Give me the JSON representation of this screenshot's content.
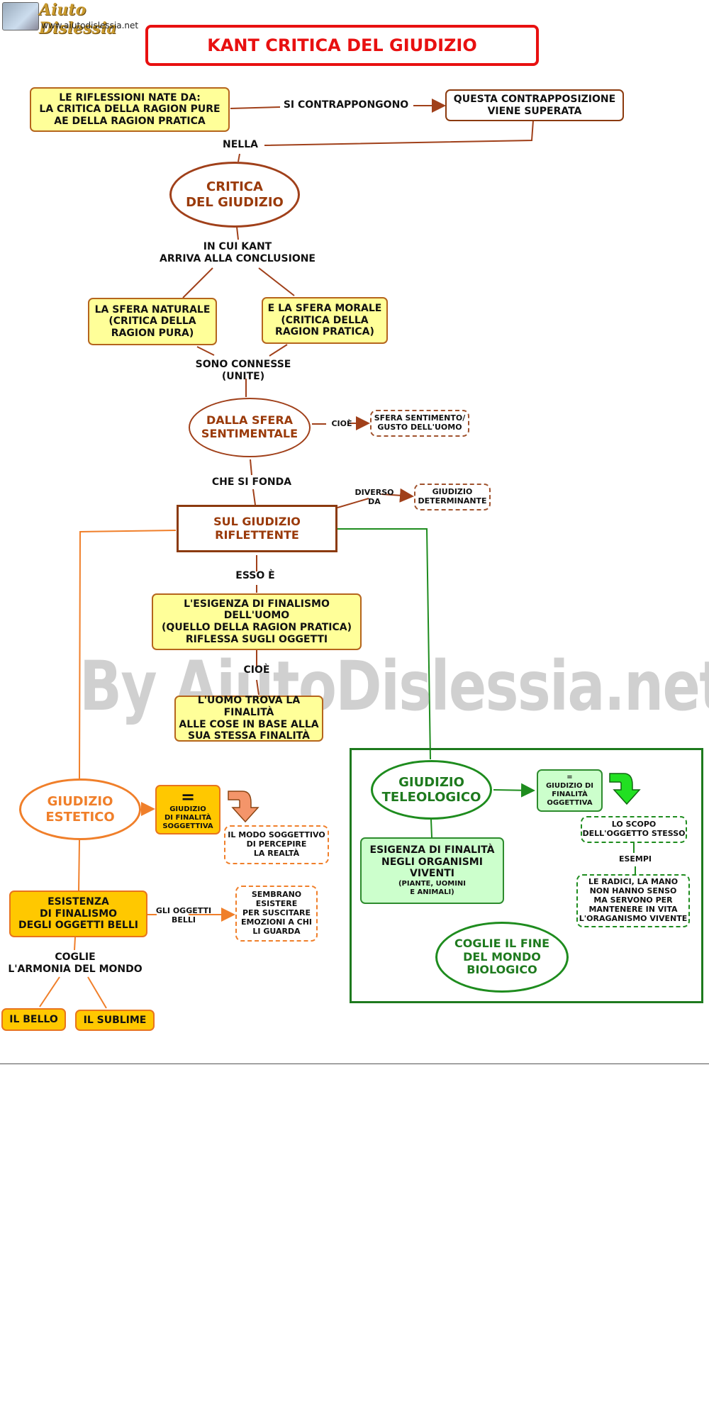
{
  "logo": {
    "brand": "Aiuto Dislessia",
    "url": "www.aiutodislessia.net"
  },
  "title": "KANT CRITICA DEL GIUDIZIO",
  "watermark": "By AiutoDislessia.net",
  "nodes": {
    "riflessioni": "LE RIFLESSIONI NATE DA:\nLA CRITICA DELLA RAGION PURE\nAE DELLA RAGION PRATICA",
    "si_contrappongono": "SI CONTRAPPONGONO",
    "contrapposizione": "QUESTA CONTRAPPOSIZIONE\nVIENE SUPERATA",
    "nella": "NELLA",
    "critica_giudizio": "CRITICA\nDEL GIUDIZIO",
    "in_cui_kant": "IN CUI KANT\nARRIVA ALLA CONCLUSIONE",
    "sfera_naturale": "LA SFERA NATURALE\n(CRITICA DELLA\nRAGION PURA)",
    "sfera_morale": "E LA SFERA MORALE\n(CRITICA DELLA\nRAGION PRATICA)",
    "sono_connesse": "SONO CONNESSE\n(UNITE)",
    "sfera_sentimentale": "DALLA SFERA\nSENTIMENTALE",
    "cioe_1": "CIOÈ",
    "sfera_sentimento": "SFERA SENTIMENTO/\nGUSTO DELL'UOMO",
    "che_si_fonda": "CHE SI FONDA",
    "giudizio_riflettente": "SUL GIUDIZIO\nRIFLETTENTE",
    "diverso_da": "DIVERSO\nDA",
    "giudizio_determinante": "GIUDIZIO\nDETERMINANTE",
    "esso_e": "ESSO È",
    "esigenza_finalismo": "L'ESIGENZA DI FINALISMO\nDELL'UOMO\n(QUELLO DELLA RAGION PRATICA)\nRIFLESSA SUGLI OGGETTI",
    "cioe_2": "CIOÈ",
    "uomo_trova": "L'UOMO TROVA LA FINALITÀ\nALLE COSE IN BASE ALLA\nSUA STESSA FINALITÀ",
    "giudizio_estetico": "GIUDIZIO\nESTETICO",
    "equals_1": "=",
    "finalita_soggettiva": "GIUDIZIO\nDI FINALITÀ\nSOGGETTIVA",
    "modo_soggettivo": "IL MODO SOGGETTIVO\nDI PERCEPIRE\nLA REALTÀ",
    "esistenza_finalismo": "ESISTENZA\nDI FINALISMO\nDEGLI OGGETTI BELLI",
    "gli_oggetti_belli": "GLI OGGETTI\nBELLI",
    "sembrano_esistere": "SEMBRANO\nESISTERE\nPER SUSCITARE\nEMOZIONI A CHI\nLI GUARDA",
    "coglie_armonia": "COGLIE\nL'ARMONIA DEL MONDO",
    "il_bello": "IL BELLO",
    "il_sublime": "IL SUBLIME",
    "giudizio_teleologico": "GIUDIZIO\nTELEOLOGICO",
    "finalita_oggettiva": "=\nGIUDIZIO DI\nFINALITÀ\nOGGETTIVA",
    "scopo_oggetto": "LO SCOPO\nDELL'OGGETTO STESSO",
    "esempi": "ESEMPI",
    "radici_mano": "LE RADICI, LA MANO\nNON HANNO SENSO\nMA SERVONO PER\nMANTENERE IN VITA\nL'ORAGANISMO VIVENTE",
    "esigenza_organismi": "ESIGENZA DI FINALITÀ\nNEGLI ORGANISMI\nVIVENTI",
    "esigenza_organismi_sub": "(PIANTE, UOMINI\nE ANIMALI)",
    "coglie_fine": "COGLIE IL FINE\nDEL MONDO\nBIOLOGICO"
  },
  "colors": {
    "title_red": "#e81010",
    "brown_text": "#9a3a0a",
    "orange_text": "#f07f2a",
    "green_text": "#1e7a1e",
    "yellow_fill": "#ffff99",
    "orange_fill": "#ffc800",
    "green_fill": "#ccffcc"
  }
}
